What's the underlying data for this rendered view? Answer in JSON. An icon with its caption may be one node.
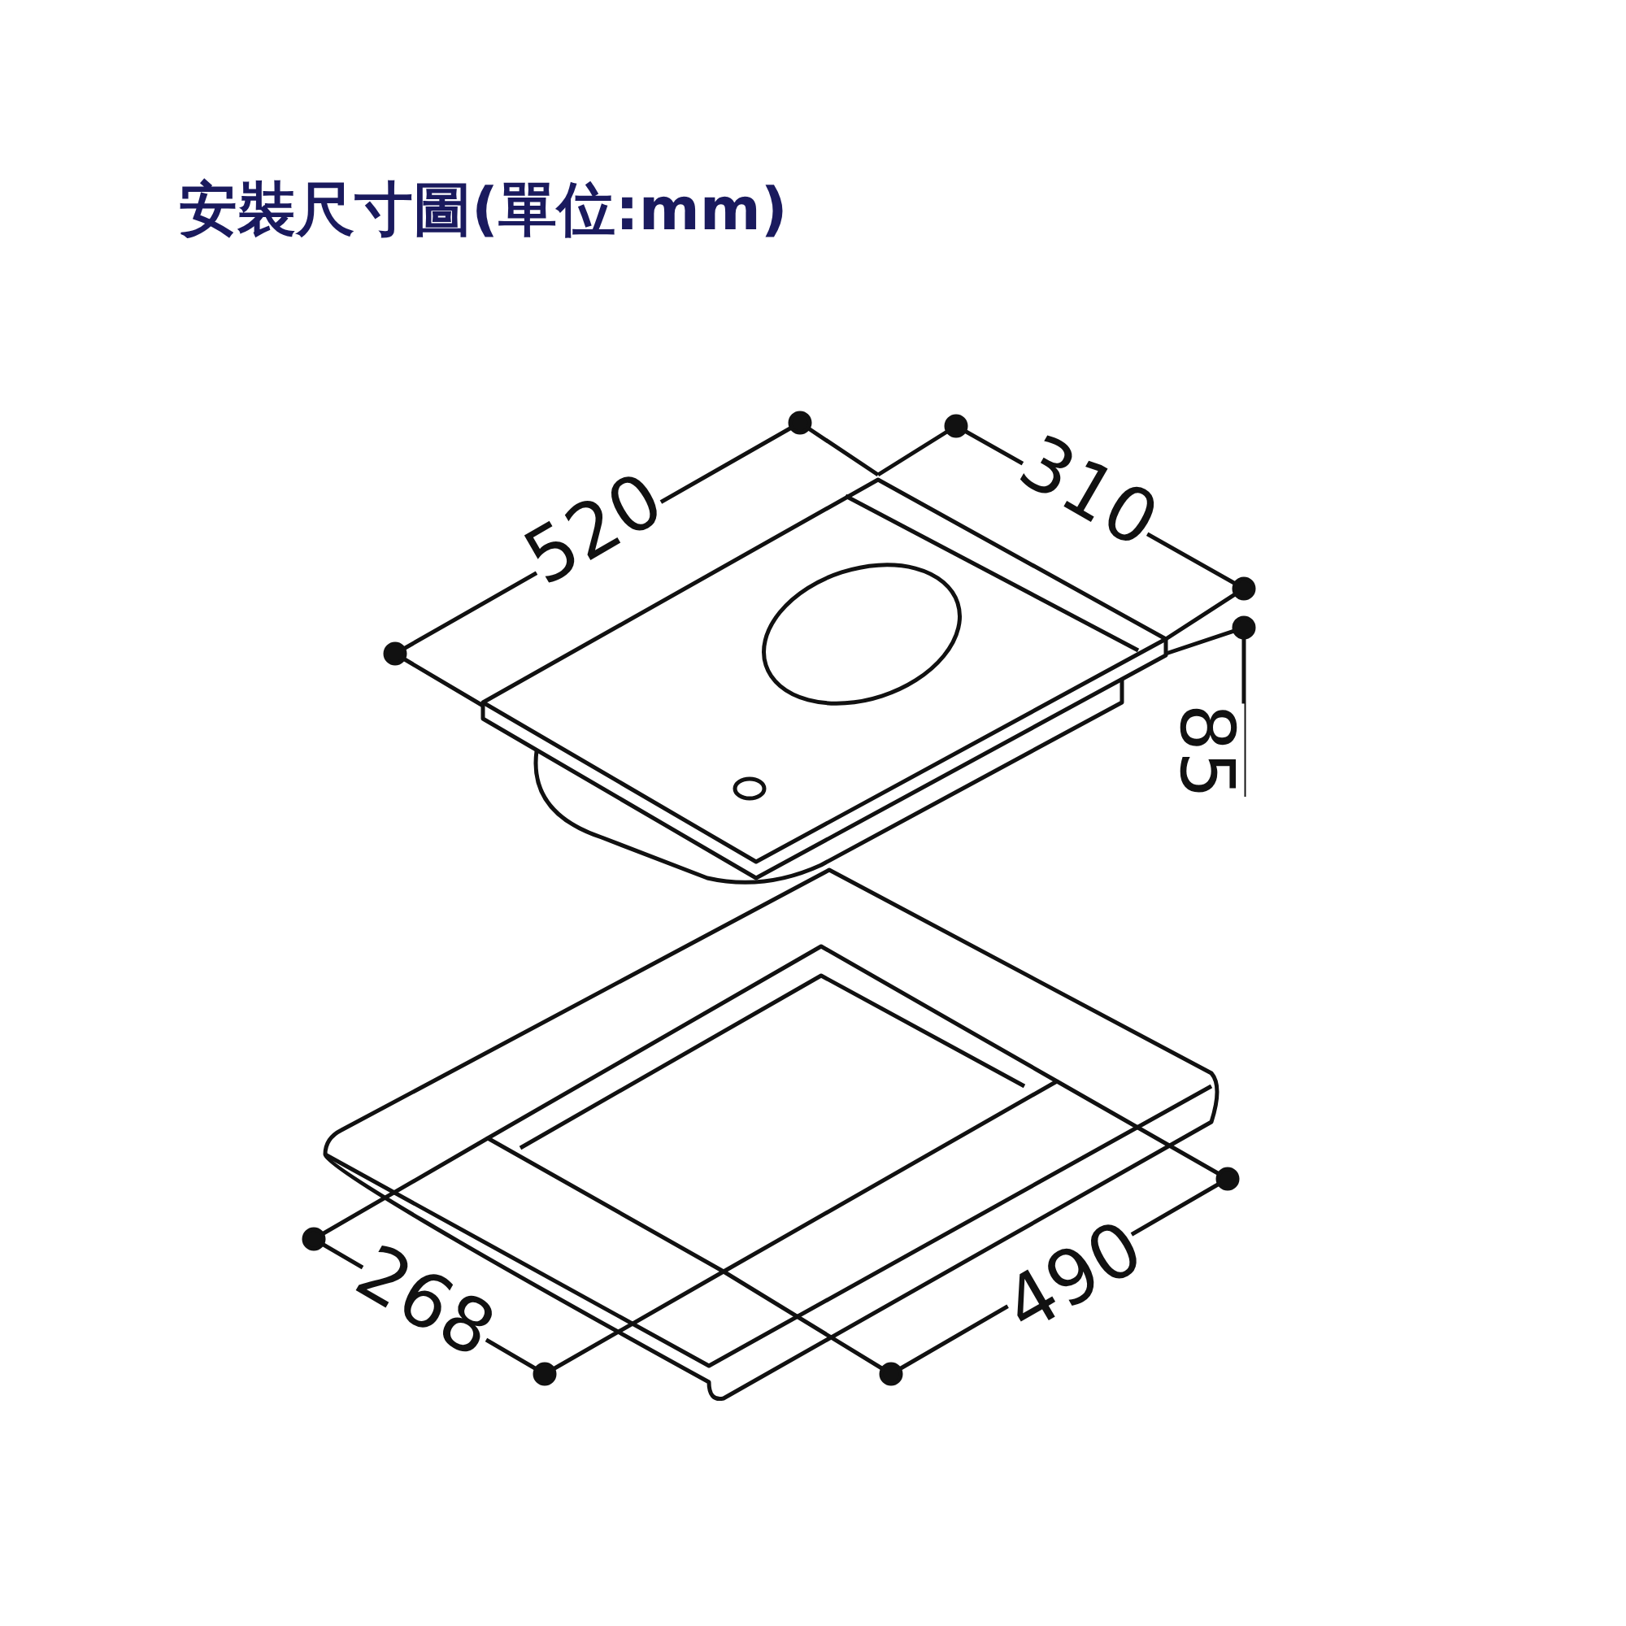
{
  "diagram": {
    "title": "安裝尺寸圖(單位:mm)",
    "labels": [
      "520",
      "310",
      "85",
      "268",
      "490"
    ]
  }
}
